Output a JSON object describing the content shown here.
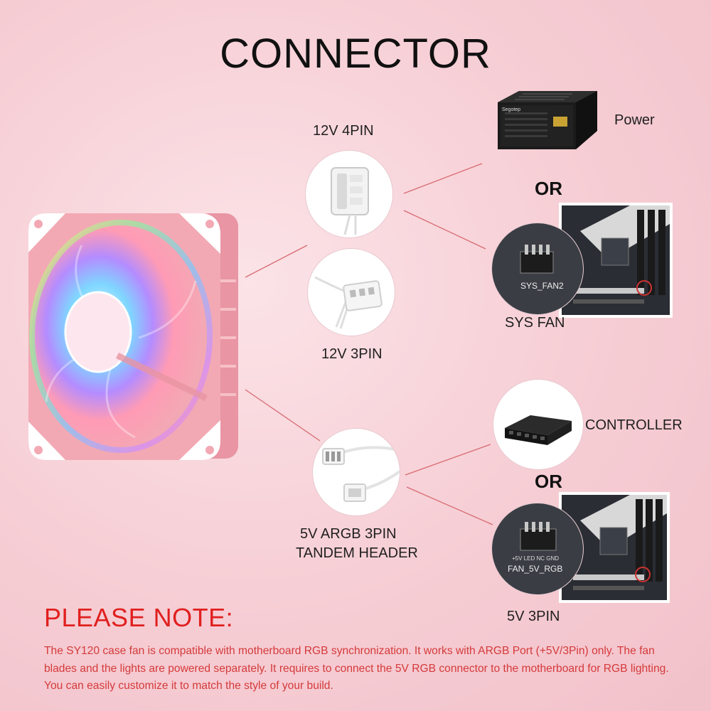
{
  "title": "CONNECTOR",
  "labels": {
    "pin4": "12V 4PIN",
    "pin3": "12V 3PIN",
    "argb": "5V ARGB 3PIN",
    "tandem": "TANDEM HEADER",
    "power": "Power",
    "or1": "OR",
    "sysfan": "SYS FAN",
    "controller": "CONTROLLER",
    "or2": "OR",
    "fivev": "5V 3PIN"
  },
  "board_text": {
    "sys_fan2": "SYS_FAN2",
    "fan_5v_rgb": "FAN_5V_RGB",
    "pin_labels": "+5V LED NC GND"
  },
  "psu_brand": "Segotep",
  "note": {
    "title": "PLEASE NOTE:",
    "body": "The SY120 case fan is compatible with motherboard RGB synchronization. It works with ARGB Port (+5V/3Pin) only. The fan blades and the lights are powered separately. It requires to connect the 5V RGB connector to the motherboard for RGB lighting. You can easily customize it to match the style of your build."
  },
  "colors": {
    "fan_frame": "#f2a9b4",
    "note_title": "#e0201f",
    "note_body": "#d43a3a",
    "lines": "#d86a72"
  }
}
